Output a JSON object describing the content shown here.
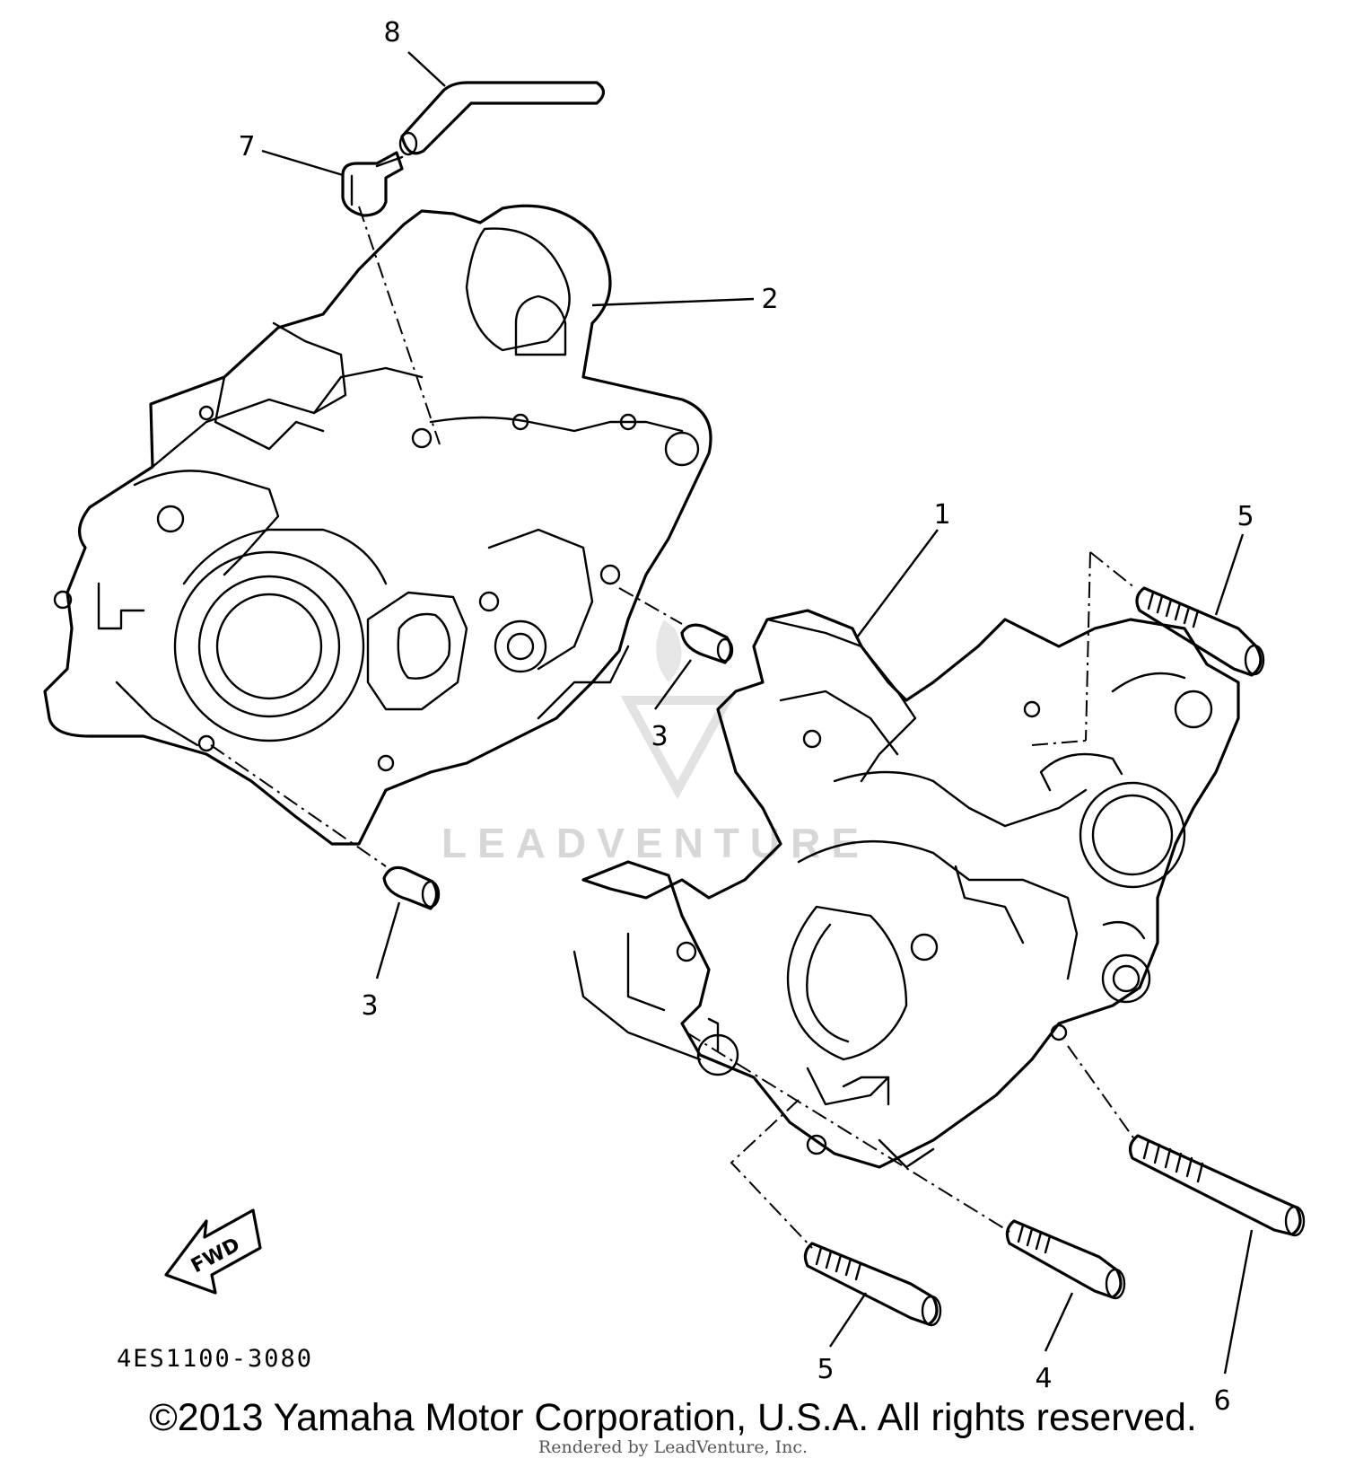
{
  "diagram": {
    "callouts": [
      {
        "id": "1",
        "label": "1"
      },
      {
        "id": "2",
        "label": "2"
      },
      {
        "id": "3a",
        "label": "3"
      },
      {
        "id": "3b",
        "label": "3"
      },
      {
        "id": "4",
        "label": "4"
      },
      {
        "id": "5a",
        "label": "5"
      },
      {
        "id": "5b",
        "label": "5"
      },
      {
        "id": "6",
        "label": "6"
      },
      {
        "id": "7",
        "label": "7"
      },
      {
        "id": "8",
        "label": "8"
      }
    ],
    "reference_code": "4ES1100-3080",
    "fwd_label": "FWD",
    "watermark": "LEADVENTURE"
  },
  "footer": {
    "copyright": "©2013 Yamaha Motor Corporation, U.S.A. All rights reserved.",
    "rendered_by": "Rendered by LeadVenture, Inc."
  }
}
